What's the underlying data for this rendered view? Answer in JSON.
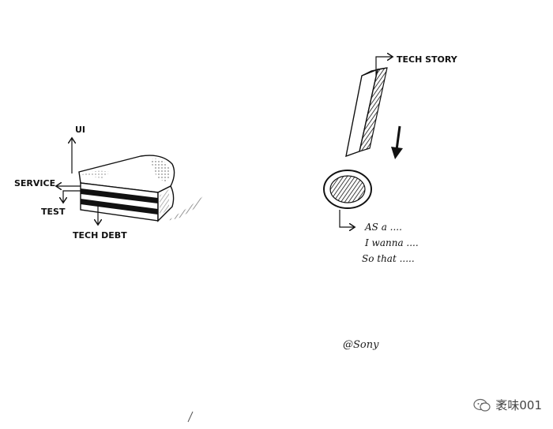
{
  "cake": {
    "labels": {
      "ui": "UI",
      "service": "SERVICE",
      "test": "TEST",
      "tech_debt": "TECH DEBT"
    }
  },
  "story": {
    "title": "TECH STORY",
    "lines": [
      "AS a ....",
      "I wanna ....",
      "So that ....."
    ]
  },
  "signature": "@Sony",
  "watermark": {
    "icon": "wechat-icon",
    "text": "袤味001"
  }
}
